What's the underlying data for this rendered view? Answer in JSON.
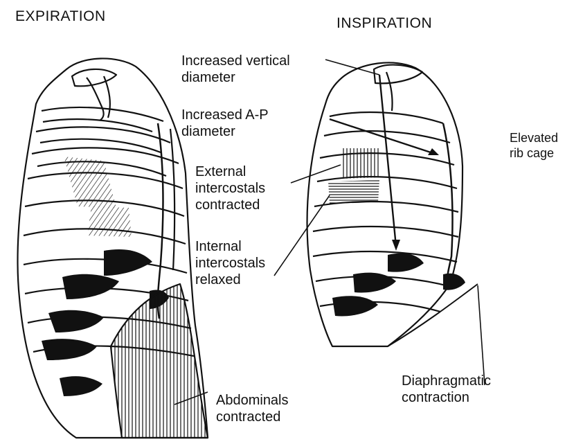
{
  "titles": {
    "left": "EXPIRATION",
    "right": "INSPIRATION"
  },
  "labels": {
    "vertical": [
      "Increased vertical",
      "diameter"
    ],
    "ap": [
      "Increased A-P",
      "diameter"
    ],
    "external": [
      "External",
      "intercostals",
      "contracted"
    ],
    "internal": [
      "Internal",
      "intercostals",
      "relaxed"
    ],
    "elevated": [
      "Elevated",
      "rib cage"
    ],
    "diaphragm": [
      "Diaphragmatic",
      "contraction"
    ],
    "abdominals": [
      "Abdominals",
      "contracted"
    ]
  }
}
